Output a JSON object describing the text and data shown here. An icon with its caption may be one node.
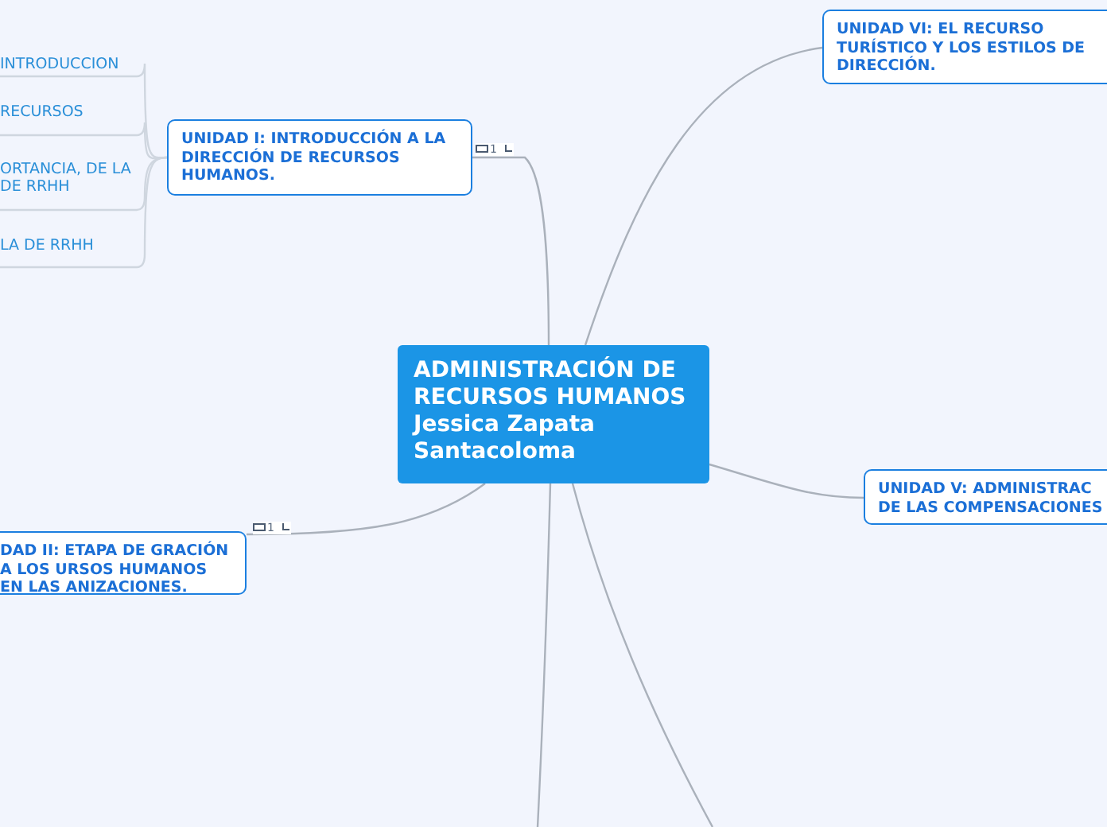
{
  "diagram": {
    "nodes": [
      {
        "text": [
          "ADMINISTRACIÓN DE RECURSOS HUMANOS Jessica Zapata Santacoloma"
        ]
      },
      {
        "text": [
          "UNIDAD I: INTRODUCCIÓN A LA DIRECCIÓN DE RECURSOS HUMANOS."
        ]
      },
      {
        "text": [
          "UNIDAD VI: EL RECURSO TURÍSTICO Y LOS ESTILOS DE DIRECCIÓN."
        ]
      },
      {
        "text": [
          "UNIDAD V: ADMINISTRAC DE LAS COMPENSACIONES"
        ]
      },
      {
        "text": [
          "DAD II: ETAPA DE GRACIÓN A LOS URSOS HUMANOS EN LAS ANIZACIONES."
        ]
      },
      {
        "text": [
          "INTRODUCCION"
        ]
      },
      {
        "text": [
          "RECURSOS"
        ]
      },
      {
        "text": [
          "ORTANCIA, DE LA DE RRHH"
        ]
      },
      {
        "text": [
          "LA DE RRHH"
        ]
      }
    ],
    "edges": [
      {
        "from": 0,
        "to": 1,
        "arrow": "none"
      },
      {
        "from": 0,
        "to": 2,
        "arrow": "none"
      },
      {
        "from": 0,
        "to": 3,
        "arrow": "none"
      },
      {
        "from": 0,
        "to": 4,
        "arrow": "none"
      },
      {
        "from": 0,
        "to": null,
        "arrow": "none"
      },
      {
        "from": 0,
        "to": null,
        "arrow": "none"
      },
      {
        "from": 1,
        "to": 5,
        "arrow": "none"
      },
      {
        "from": 1,
        "to": 6,
        "arrow": "none"
      },
      {
        "from": 1,
        "to": 7,
        "arrow": "none"
      },
      {
        "from": 1,
        "to": 8,
        "arrow": "none"
      }
    ],
    "labels": [
      "1",
      "1"
    ]
  }
}
